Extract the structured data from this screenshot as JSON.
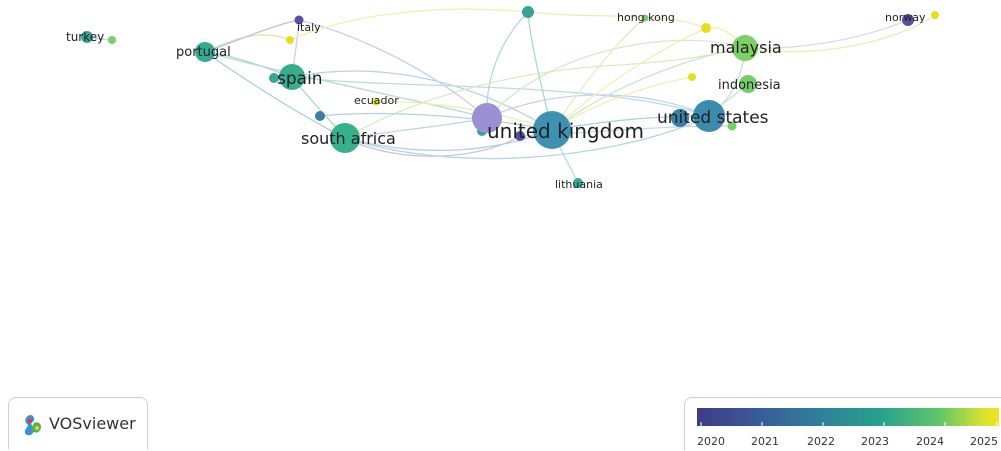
{
  "nodes": [
    {
      "label": "turkey"
    },
    {
      "label": "portugal"
    },
    {
      "label": "italy"
    },
    {
      "label": "spain"
    },
    {
      "label": "ecuador"
    },
    {
      "label": "south africa"
    },
    {
      "label": "united kingdom"
    },
    {
      "label": "lithuania"
    },
    {
      "label": "hong kong"
    },
    {
      "label": "malaysia"
    },
    {
      "label": "indonesia"
    },
    {
      "label": "united states"
    },
    {
      "label": "norway"
    }
  ],
  "logo": {
    "text": "VOSviewer"
  },
  "legend": {
    "labels": [
      "2020",
      "2021",
      "2022",
      "2023",
      "2024",
      "2025"
    ],
    "colors": [
      "#3f3b85",
      "#2e7f9a",
      "#25a08e",
      "#5fc66a",
      "#f2e21e"
    ]
  }
}
